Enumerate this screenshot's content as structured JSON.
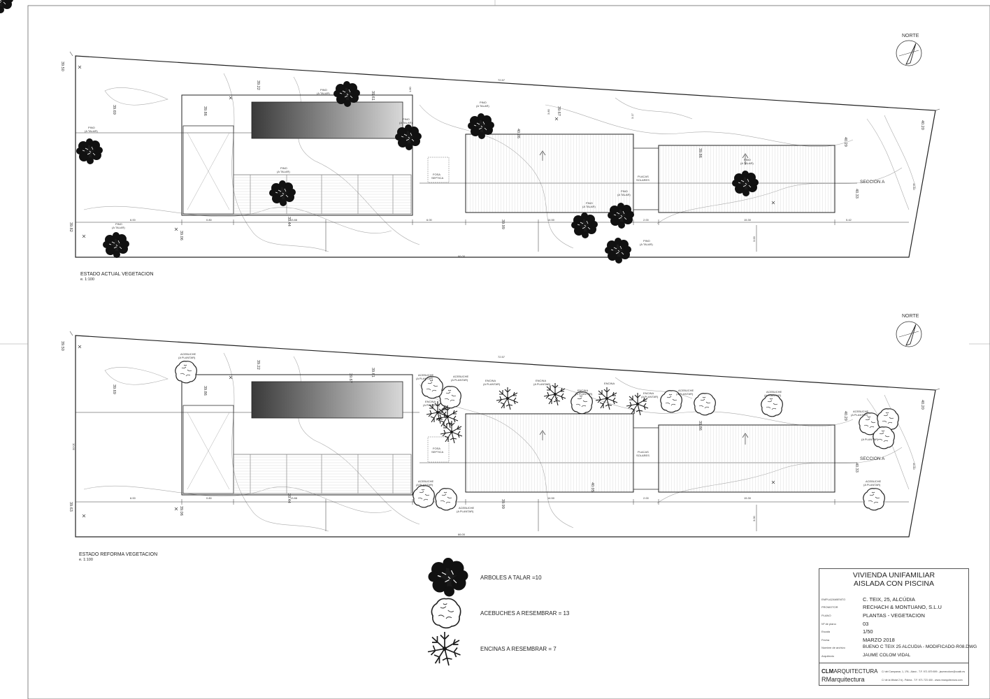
{
  "plans": [
    {
      "id": "actual",
      "title": "ESTADO ACTUAL VEGETACION",
      "scale": "e. 1:100",
      "north_label": "NORTE",
      "seccion_label": "SECCION A",
      "fosa_label": [
        "FOSA",
        "SEPTICA"
      ],
      "placas_label": [
        "PLACAS",
        "SOLARES"
      ],
      "tree_labels": [
        "PINO",
        "(A TALAR)"
      ]
    },
    {
      "id": "reforma",
      "title": "ESTADO REFORMA VEGETACION",
      "scale": "e. 1:100",
      "north_label": "NORTE",
      "seccion_label": "SECCION A",
      "fosa_label": [
        "FOSA",
        "SEPTICA"
      ],
      "placas_label": [
        "PLACAS",
        "SOLARES"
      ],
      "acebuche_labels": [
        "ACEBUCHE",
        "(A PLANTAR)"
      ],
      "encina_labels": [
        "ENCINA",
        "(A PLANTAR)"
      ]
    }
  ],
  "dimensions": {
    "top_length": "72.57",
    "bottom_length": "66.00",
    "left_offset": "6.00",
    "seg_a": "0.80",
    "seg_b": "13.88",
    "seg_c": "6.00",
    "seg_d": "14.50",
    "seg_e": "2.00",
    "seg_f": "15.30",
    "seg_g": "5.42",
    "right_height": "11.80",
    "left_height": "10.00",
    "v_3_00": "3.00",
    "v_3_80": "3.80",
    "v_3_17": "3.17",
    "v_1_80": "1.80"
  },
  "levels": [
    "39.50",
    "39.69",
    "39.86",
    "39.22",
    "39.61",
    "39.67",
    "40.26",
    "40.20",
    "39.82",
    "40.33",
    "40.29",
    "39.63",
    "39.06",
    "39.44",
    "39.99",
    "40.05",
    "39.86",
    "39.72"
  ],
  "legend": {
    "talar": "ARBOLES A TALAR =10",
    "acebuches": "ACEBUCHES A RESEMBRAR = 13",
    "encinas": "ENCINAS A RESEMBRAR = 7"
  },
  "title_block": {
    "title_line1": "VIVIENDA UNIFAMILIAR",
    "title_line2": "AISLADA CON PISCINA",
    "rows": [
      {
        "key": "EMPLAZAMIENTO",
        "value": "C. TEIX, 25, ALCÚDIA"
      },
      {
        "key": "PROMOTOR",
        "value": "RECHACH & MONTUANO, S.L.U"
      },
      {
        "key": "PLANO",
        "value": "PLANTAS - VEGETACION"
      },
      {
        "key": "Nº de plano",
        "value": "03"
      },
      {
        "key": "Escala",
        "value": "1/50"
      },
      {
        "key": "Fecha",
        "value": "MARZO 2018"
      },
      {
        "key": "Nombre de archivo",
        "value": "BUENO C  TEIX 25 ALCUDIA - MODIFICADO-R08.DWG"
      },
      {
        "key": "Arquitecto",
        "value": "JAUME COLOM VIDAL"
      }
    ],
    "logo1_bold": "CLM",
    "logo1_rest": "ARQUITECTURA",
    "logo1_address": "C/ del Campanar, 1, 1ºA - Alaró - T.F. 971 879 899 - jaumecolom@coaib.es",
    "logo2": "RMarquitectura",
    "logo2_address": "C/ de la Mistat 2 bj - Palma - T.F. 971 723 400 - www.rmarquitectura.com"
  }
}
